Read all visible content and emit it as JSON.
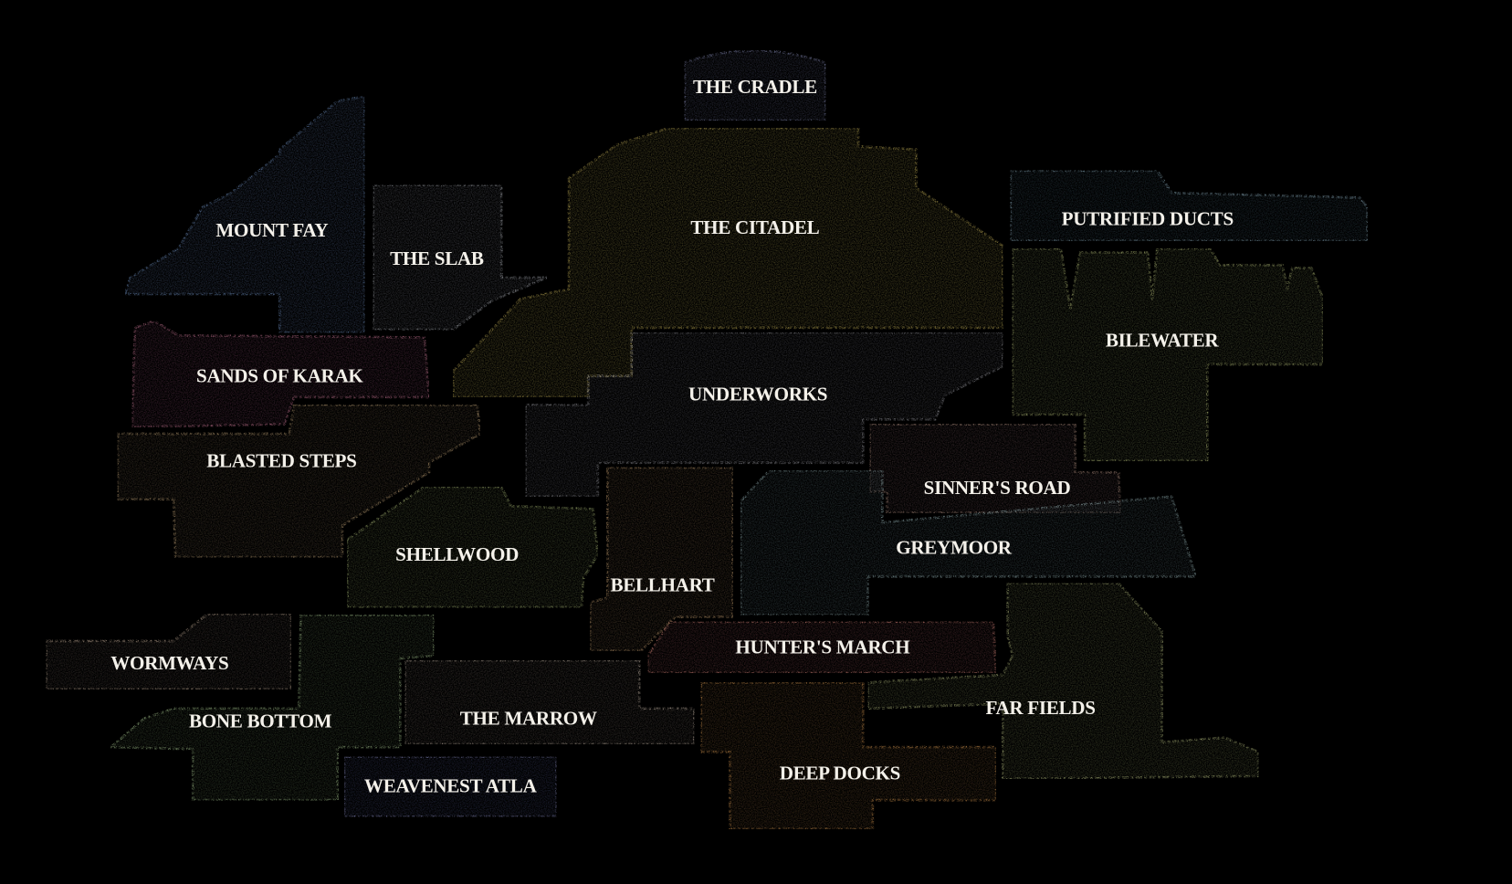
{
  "map": {
    "regions": {
      "the_cradle": "THE CRADLE",
      "mount_fay": "MOUNT FAY",
      "the_slab": "THE SLAB",
      "the_citadel": "THE CITADEL",
      "putrified_ducts": "PUTRIFIED DUCTS",
      "bilewater": "BILEWATER",
      "sands_of_karak": "SANDS OF KARAK",
      "underworks": "UNDERWORKS",
      "blasted_steps": "BLASTED STEPS",
      "sinners_road": "SINNER'S ROAD",
      "greymoor": "GREYMOOR",
      "shellwood": "SHELLWOOD",
      "bellhart": "BELLHART",
      "hunters_march": "HUNTER'S MARCH",
      "far_fields": "FAR FIELDS",
      "wormways": "WORMWAYS",
      "bone_bottom": "BONE BOTTOM",
      "the_marrow": "THE MARROW",
      "weavenest_atla": "WEAVENEST ATLA",
      "deep_docks": "DEEP DOCKS"
    }
  }
}
